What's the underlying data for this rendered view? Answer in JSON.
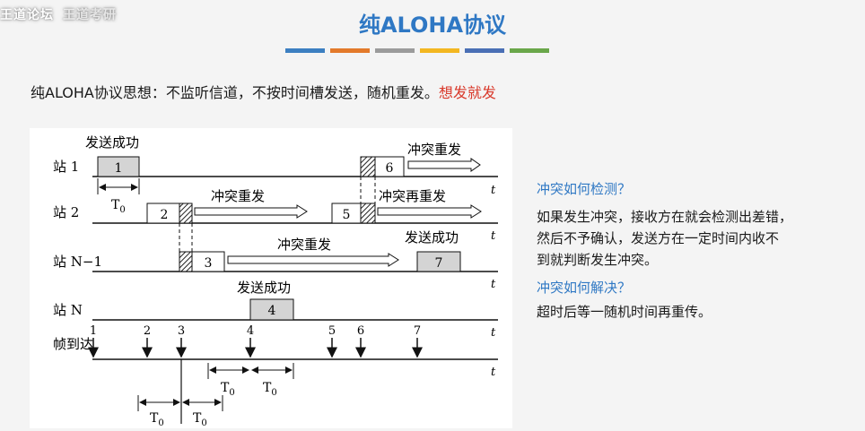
{
  "watermark": {
    "text": "王道论坛",
    "faint": "王道考研"
  },
  "slide": {
    "title": "纯ALOHA协议"
  },
  "colors": {
    "title": "#2f78c4",
    "highlight": "#d9392b",
    "bar": [
      "#3c7fc1",
      "#e37a2b",
      "#9b9b9b",
      "#f3b721",
      "#4a6fb5",
      "#6aa74a"
    ]
  },
  "intro": {
    "text": "纯ALOHA协议思想：不监听信道，不按时间槽发送，随机重发。",
    "highlight": "想发就发"
  },
  "diagram": {
    "stations": [
      "站 1",
      "站 2",
      "站 N−1",
      "站 N"
    ],
    "frame_row_label": "帧到达",
    "axis_label": "t",
    "frames": [
      "1",
      "2",
      "3",
      "4",
      "5",
      "6",
      "7"
    ],
    "arrival_numbers": [
      "1",
      "2",
      "3",
      "4",
      "5",
      "6",
      "7"
    ],
    "period_symbol": "T",
    "period_subscript": "0",
    "labels": {
      "send_success": "发送成功",
      "collision_resend": "冲突重发",
      "collision_resend_again": "冲突再重发"
    }
  },
  "side": {
    "q1": "冲突如何检测？",
    "a1": [
      "如果发生冲突，接收方在就会检测出差错，",
      "然后不予确认，发送方在一定时间内收不",
      "到就判断发生冲突。"
    ],
    "q2": "冲突如何解决？",
    "a2": "超时后等一随机时间再重传。"
  }
}
